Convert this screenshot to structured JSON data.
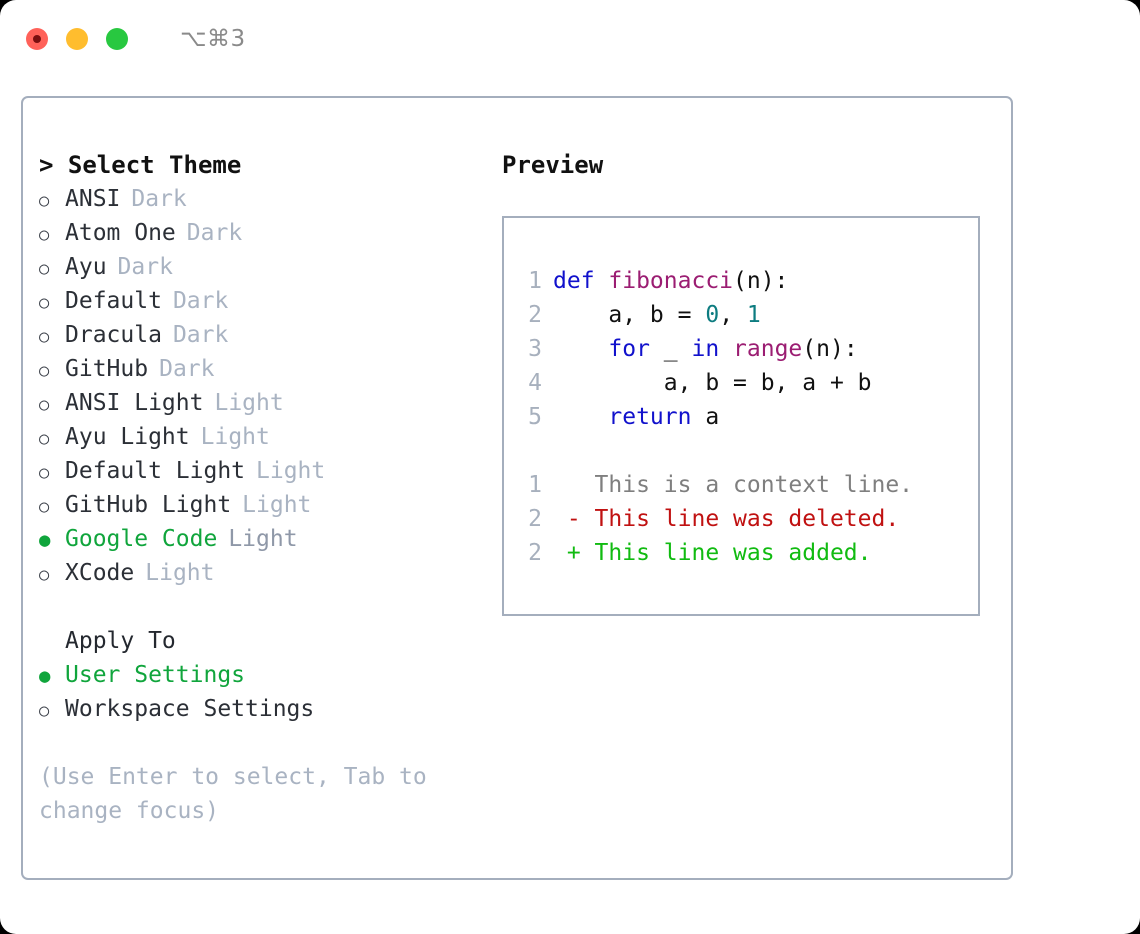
{
  "titlebar": {
    "shortcut": "⌥⌘3",
    "buttons": {
      "close": "close",
      "minimize": "minimize",
      "zoom": "zoom"
    }
  },
  "theme_list": {
    "heading": "> Select Theme",
    "items": [
      {
        "marker": "○",
        "label": "ANSI",
        "tag": "Dark",
        "selected": false
      },
      {
        "marker": "○",
        "label": "Atom One",
        "tag": "Dark",
        "selected": false
      },
      {
        "marker": "○",
        "label": "Ayu",
        "tag": "Dark",
        "selected": false
      },
      {
        "marker": "○",
        "label": "Default",
        "tag": "Dark",
        "selected": false
      },
      {
        "marker": "○",
        "label": "Dracula",
        "tag": "Dark",
        "selected": false
      },
      {
        "marker": "○",
        "label": "GitHub",
        "tag": "Dark",
        "selected": false
      },
      {
        "marker": "○",
        "label": "ANSI Light",
        "tag": "Light",
        "selected": false
      },
      {
        "marker": "○",
        "label": "Ayu Light",
        "tag": "Light",
        "selected": false
      },
      {
        "marker": "○",
        "label": "Default Light",
        "tag": "Light",
        "selected": false
      },
      {
        "marker": "○",
        "label": "GitHub Light",
        "tag": "Light",
        "selected": false
      },
      {
        "marker": "●",
        "label": "Google Code",
        "tag": "Light",
        "selected": true
      },
      {
        "marker": "○",
        "label": "XCode",
        "tag": "Light",
        "selected": false
      }
    ]
  },
  "apply_to": {
    "heading": "Apply To",
    "items": [
      {
        "marker": "●",
        "label": "User Settings",
        "selected": true
      },
      {
        "marker": "○",
        "label": "Workspace Settings",
        "selected": false
      }
    ]
  },
  "hint": "(Use Enter to select, Tab to change focus)",
  "preview": {
    "title": "Preview",
    "code_lines": [
      {
        "no": "1",
        "tokens": [
          {
            "t": "def ",
            "c": "kw"
          },
          {
            "t": "fibonacci",
            "c": "fn"
          },
          {
            "t": "(n):",
            "c": "pl"
          }
        ]
      },
      {
        "no": "2",
        "tokens": [
          {
            "t": "    a, b = ",
            "c": "pl"
          },
          {
            "t": "0",
            "c": "num"
          },
          {
            "t": ", ",
            "c": "pl"
          },
          {
            "t": "1",
            "c": "num"
          }
        ]
      },
      {
        "no": "3",
        "tokens": [
          {
            "t": "    ",
            "c": "pl"
          },
          {
            "t": "for",
            "c": "kw"
          },
          {
            "t": " _ ",
            "c": "pl"
          },
          {
            "t": "in",
            "c": "kw"
          },
          {
            "t": " ",
            "c": "pl"
          },
          {
            "t": "range",
            "c": "fn"
          },
          {
            "t": "(n):",
            "c": "pl"
          }
        ]
      },
      {
        "no": "4",
        "tokens": [
          {
            "t": "        a, b = b, a + b",
            "c": "pl"
          }
        ]
      },
      {
        "no": "5",
        "tokens": [
          {
            "t": "    ",
            "c": "pl"
          },
          {
            "t": "return",
            "c": "kw"
          },
          {
            "t": " a",
            "c": "pl"
          }
        ]
      }
    ],
    "diff_lines": [
      {
        "no": "1",
        "tokens": [
          {
            "t": "   This is a context line.",
            "c": "ctx"
          }
        ]
      },
      {
        "no": "2",
        "tokens": [
          {
            "t": " - This line was deleted.",
            "c": "del"
          }
        ]
      },
      {
        "no": "2",
        "tokens": [
          {
            "t": " + This line was added.",
            "c": "add"
          }
        ]
      }
    ]
  },
  "colors": {
    "accent_green": "#10a53c",
    "border": "#a4aebd",
    "tag_gray": "#a9b3c2",
    "keyword": "#1111cc",
    "function": "#9b1d72",
    "number": "#0d7c80",
    "diff_removed": "#c01111",
    "diff_added": "#11bb11",
    "context": "#7f7f7f"
  }
}
